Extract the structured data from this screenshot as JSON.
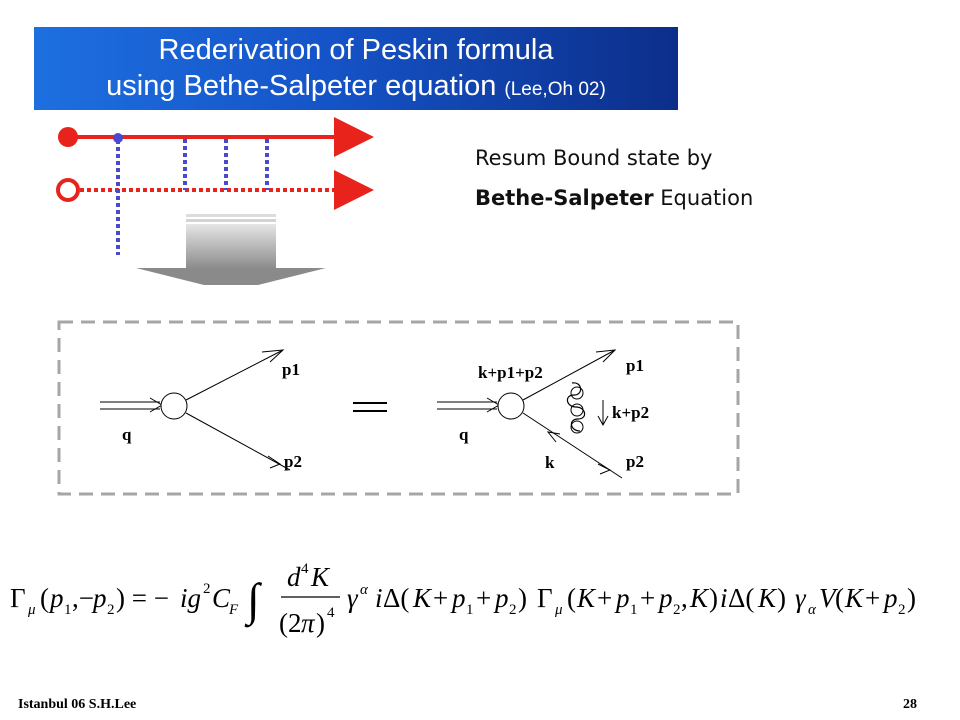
{
  "title": {
    "line1": "Rederivation of Peskin formula",
    "line2": "using Bethe-Salpeter equation",
    "citation": "(Lee,Oh 02)"
  },
  "side_text": {
    "line1": "Resum Bound state by",
    "line2_bold": "Bethe-Salpeter",
    "line2_rest": " Equation"
  },
  "diagram": {
    "q_left": "q",
    "p1_left": "p1",
    "p2_left": "p2",
    "q_right": "q",
    "kp1p2": "k+p1+p2",
    "p1_right": "p1",
    "kp2": "k+p2",
    "k": "k",
    "p2_right": "p2"
  },
  "colors": {
    "title_bg_start": "#1d6fe0",
    "title_bg_end": "#0c2e8a",
    "red_line": "#e8231c",
    "blue_dot": "#4a4ad0",
    "dashed_frame": "#a6a6a6"
  },
  "footer": {
    "left": "Istanbul 06  S.H.Lee",
    "page": "28"
  }
}
